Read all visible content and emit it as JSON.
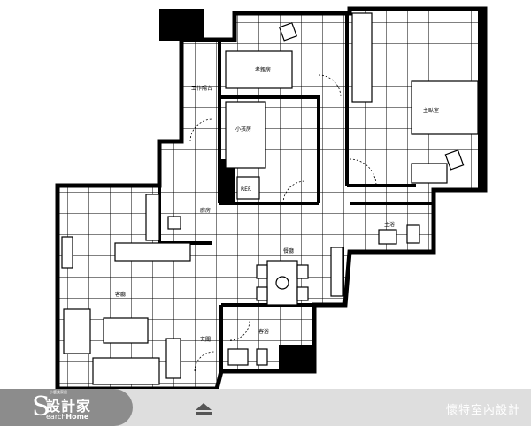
{
  "floor_plan": {
    "rooms": {
      "elder_room": "孝親房",
      "work_balcony": "工作陽台",
      "kids_room": "小孩房",
      "master_bedroom": "主臥室",
      "kitchen": "廚房",
      "dining": "餐廳",
      "living": "客廳",
      "entrance": "玄關",
      "guest_bath": "客浴",
      "master_bath": "主浴",
      "refrigerator": "REF."
    },
    "wall_color": "#000000",
    "floor_color": "#ffffff"
  },
  "bottom_bar": {
    "logo": {
      "small_text": "小鹿美家居",
      "chinese": "設計家",
      "english_prefix": "earch",
      "english_bold": "Home",
      "s_letter": "S"
    },
    "eject_icon": "eject-icon",
    "company_name": "懷特室內設計",
    "bar_color": "#dedede",
    "logo_bg": "#8c8c8c"
  }
}
